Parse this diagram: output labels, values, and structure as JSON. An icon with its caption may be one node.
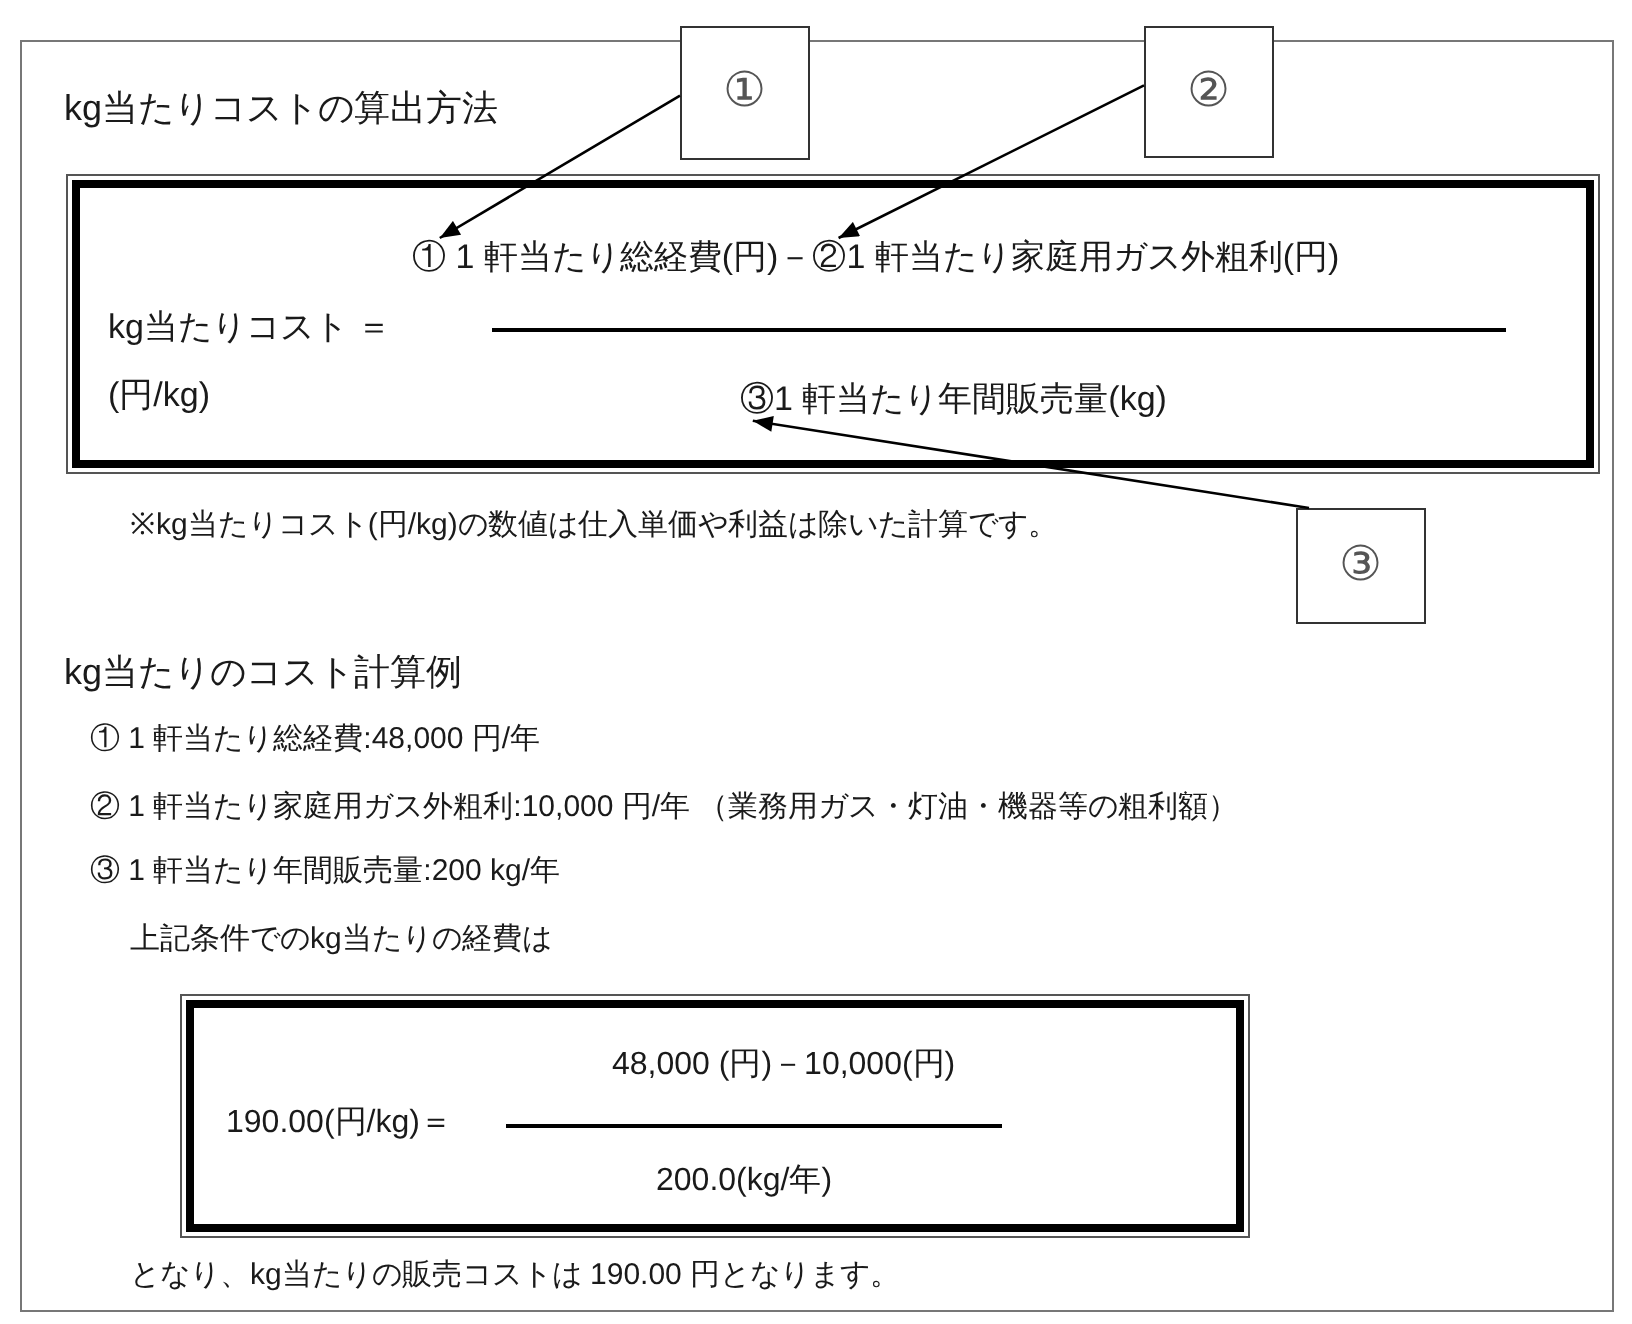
{
  "diagram": {
    "title": "kg当たりコストの算出方法",
    "nodes": [
      {
        "text": [
          "①"
        ]
      },
      {
        "text": [
          "②"
        ]
      },
      {
        "text": [
          "kg当たりコスト ＝",
          "(円/kg)"
        ]
      },
      {
        "text": [
          "① 1 軒当たり総経費(円)－②1 軒当たり家庭用ガス外粗利(円)"
        ],
        "in": 2
      },
      {
        "text": [
          "③1 軒当たり年間販売量(kg)"
        ],
        "in": 2
      },
      {
        "text": [
          "③"
        ]
      },
      {
        "text": [
          "48,000 (円)－10,000(円)",
          "190.00(円/kg)＝",
          "200.0(kg/年)"
        ]
      }
    ],
    "edges": [
      {
        "from": 0,
        "to": 3,
        "arrow": "to"
      },
      {
        "from": 1,
        "to": 3,
        "arrow": "to"
      },
      {
        "from": 5,
        "to": 4,
        "arrow": "to"
      }
    ],
    "labels": [
      "※kg当たりコスト(円/kg)の数値は仕入単価や利益は除いた計算です。",
      "kg当たりのコスト計算例",
      "① 1 軒当たり総経費:48,000 円/年",
      "② 1 軒当たり家庭用ガス外粗利:10,000 円/年 （業務用ガス・灯油・機器等の粗利額）",
      "③ 1 軒当たり年間販売量:200 kg/年",
      "上記条件でのkg当たりの経費は",
      "となり、kg当たりの販売コストは 190.00 円となります。"
    ]
  }
}
